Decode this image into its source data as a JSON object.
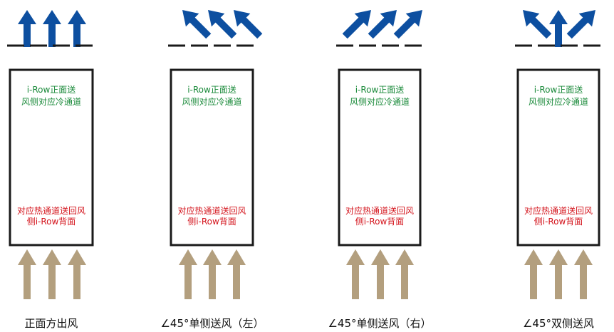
{
  "colors": {
    "exhaust_arrow": "#0d4fa0",
    "intake_arrow": "#b39f7e",
    "rack_outline": "#1a1a1a",
    "cold_aisle_text": "#1a8a3a",
    "hot_aisle_text": "#d4141c"
  },
  "panels": [
    {
      "label": "正面方出风",
      "exhaust_angles": [
        0,
        0,
        0
      ],
      "cold_aisle_text": [
        "i-Row正面送",
        "风侧对应冷通道"
      ],
      "hot_aisle_text": [
        "对应热通道送回风",
        "侧i-Row背面"
      ]
    },
    {
      "label": "∠45°单侧送风（左）",
      "exhaust_angles": [
        -45,
        -45,
        -45
      ],
      "cold_aisle_text": [
        "i-Row正面送",
        "风侧对应冷通道"
      ],
      "hot_aisle_text": [
        "对应热通道送回风",
        "侧i-Row背面"
      ]
    },
    {
      "label": "∠45°单侧送风（右）",
      "exhaust_angles": [
        45,
        45,
        45
      ],
      "cold_aisle_text": [
        "i-Row正面送",
        "风侧对应冷通道"
      ],
      "hot_aisle_text": [
        "对应热通道送回风",
        "侧i-Row背面"
      ]
    },
    {
      "label": "∠45°双侧送风",
      "exhaust_angles": [
        -45,
        0,
        45
      ],
      "cold_aisle_text": [
        "i-Row正面送",
        "风侧对应冷通道"
      ],
      "hot_aisle_text": [
        "对应热通道送回风",
        "侧i-Row背面"
      ]
    }
  ]
}
